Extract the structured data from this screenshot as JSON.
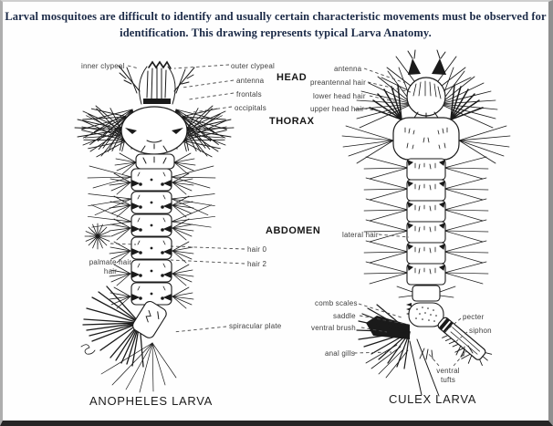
{
  "colors": {
    "header_text": "#1b2a47",
    "ink": "#1a1a1a",
    "frame_bottom": "#262626"
  },
  "header": {
    "line1": "Larval mosquitoes are difficult to identify and usually certain characteristic movements must be observed for",
    "line2": "identification. This drawing represents typical Larva Anatomy."
  },
  "sections": {
    "head": "HEAD",
    "thorax": "THORAX",
    "abdomen": "ABDOMEN"
  },
  "left_figure": {
    "caption": "ANOPHELES LARVA",
    "labels": {
      "inner_clypeal": "inner clypeal",
      "outer_clypeal": "outer clypeal",
      "antenna": "antenna",
      "frontals": "frontals",
      "occipitals": "occipitals",
      "palmate_hair_line1": "palmate hair",
      "palmate_hair_line2": "hair",
      "hair_0": "hair 0",
      "hair_2": "hair 2",
      "spiracular_plate": "spiracular plate"
    }
  },
  "right_figure": {
    "caption": "CULEX LARVA",
    "labels": {
      "antenna": "antenna",
      "preantennal_hair": "preantennal hair",
      "lower_head_hair": "lower head hair",
      "upper_head_hair": "upper head hair",
      "lateral_hair": "lateral hair",
      "comb_scales": "comb scales",
      "saddle": "saddle",
      "ventral_brush": "ventral brush",
      "anal_gills": "anal gills",
      "pecter": "pecter",
      "siphon": "siphon",
      "ventral_tufts_line1": "ventral",
      "ventral_tufts_line2": "tufts"
    }
  }
}
